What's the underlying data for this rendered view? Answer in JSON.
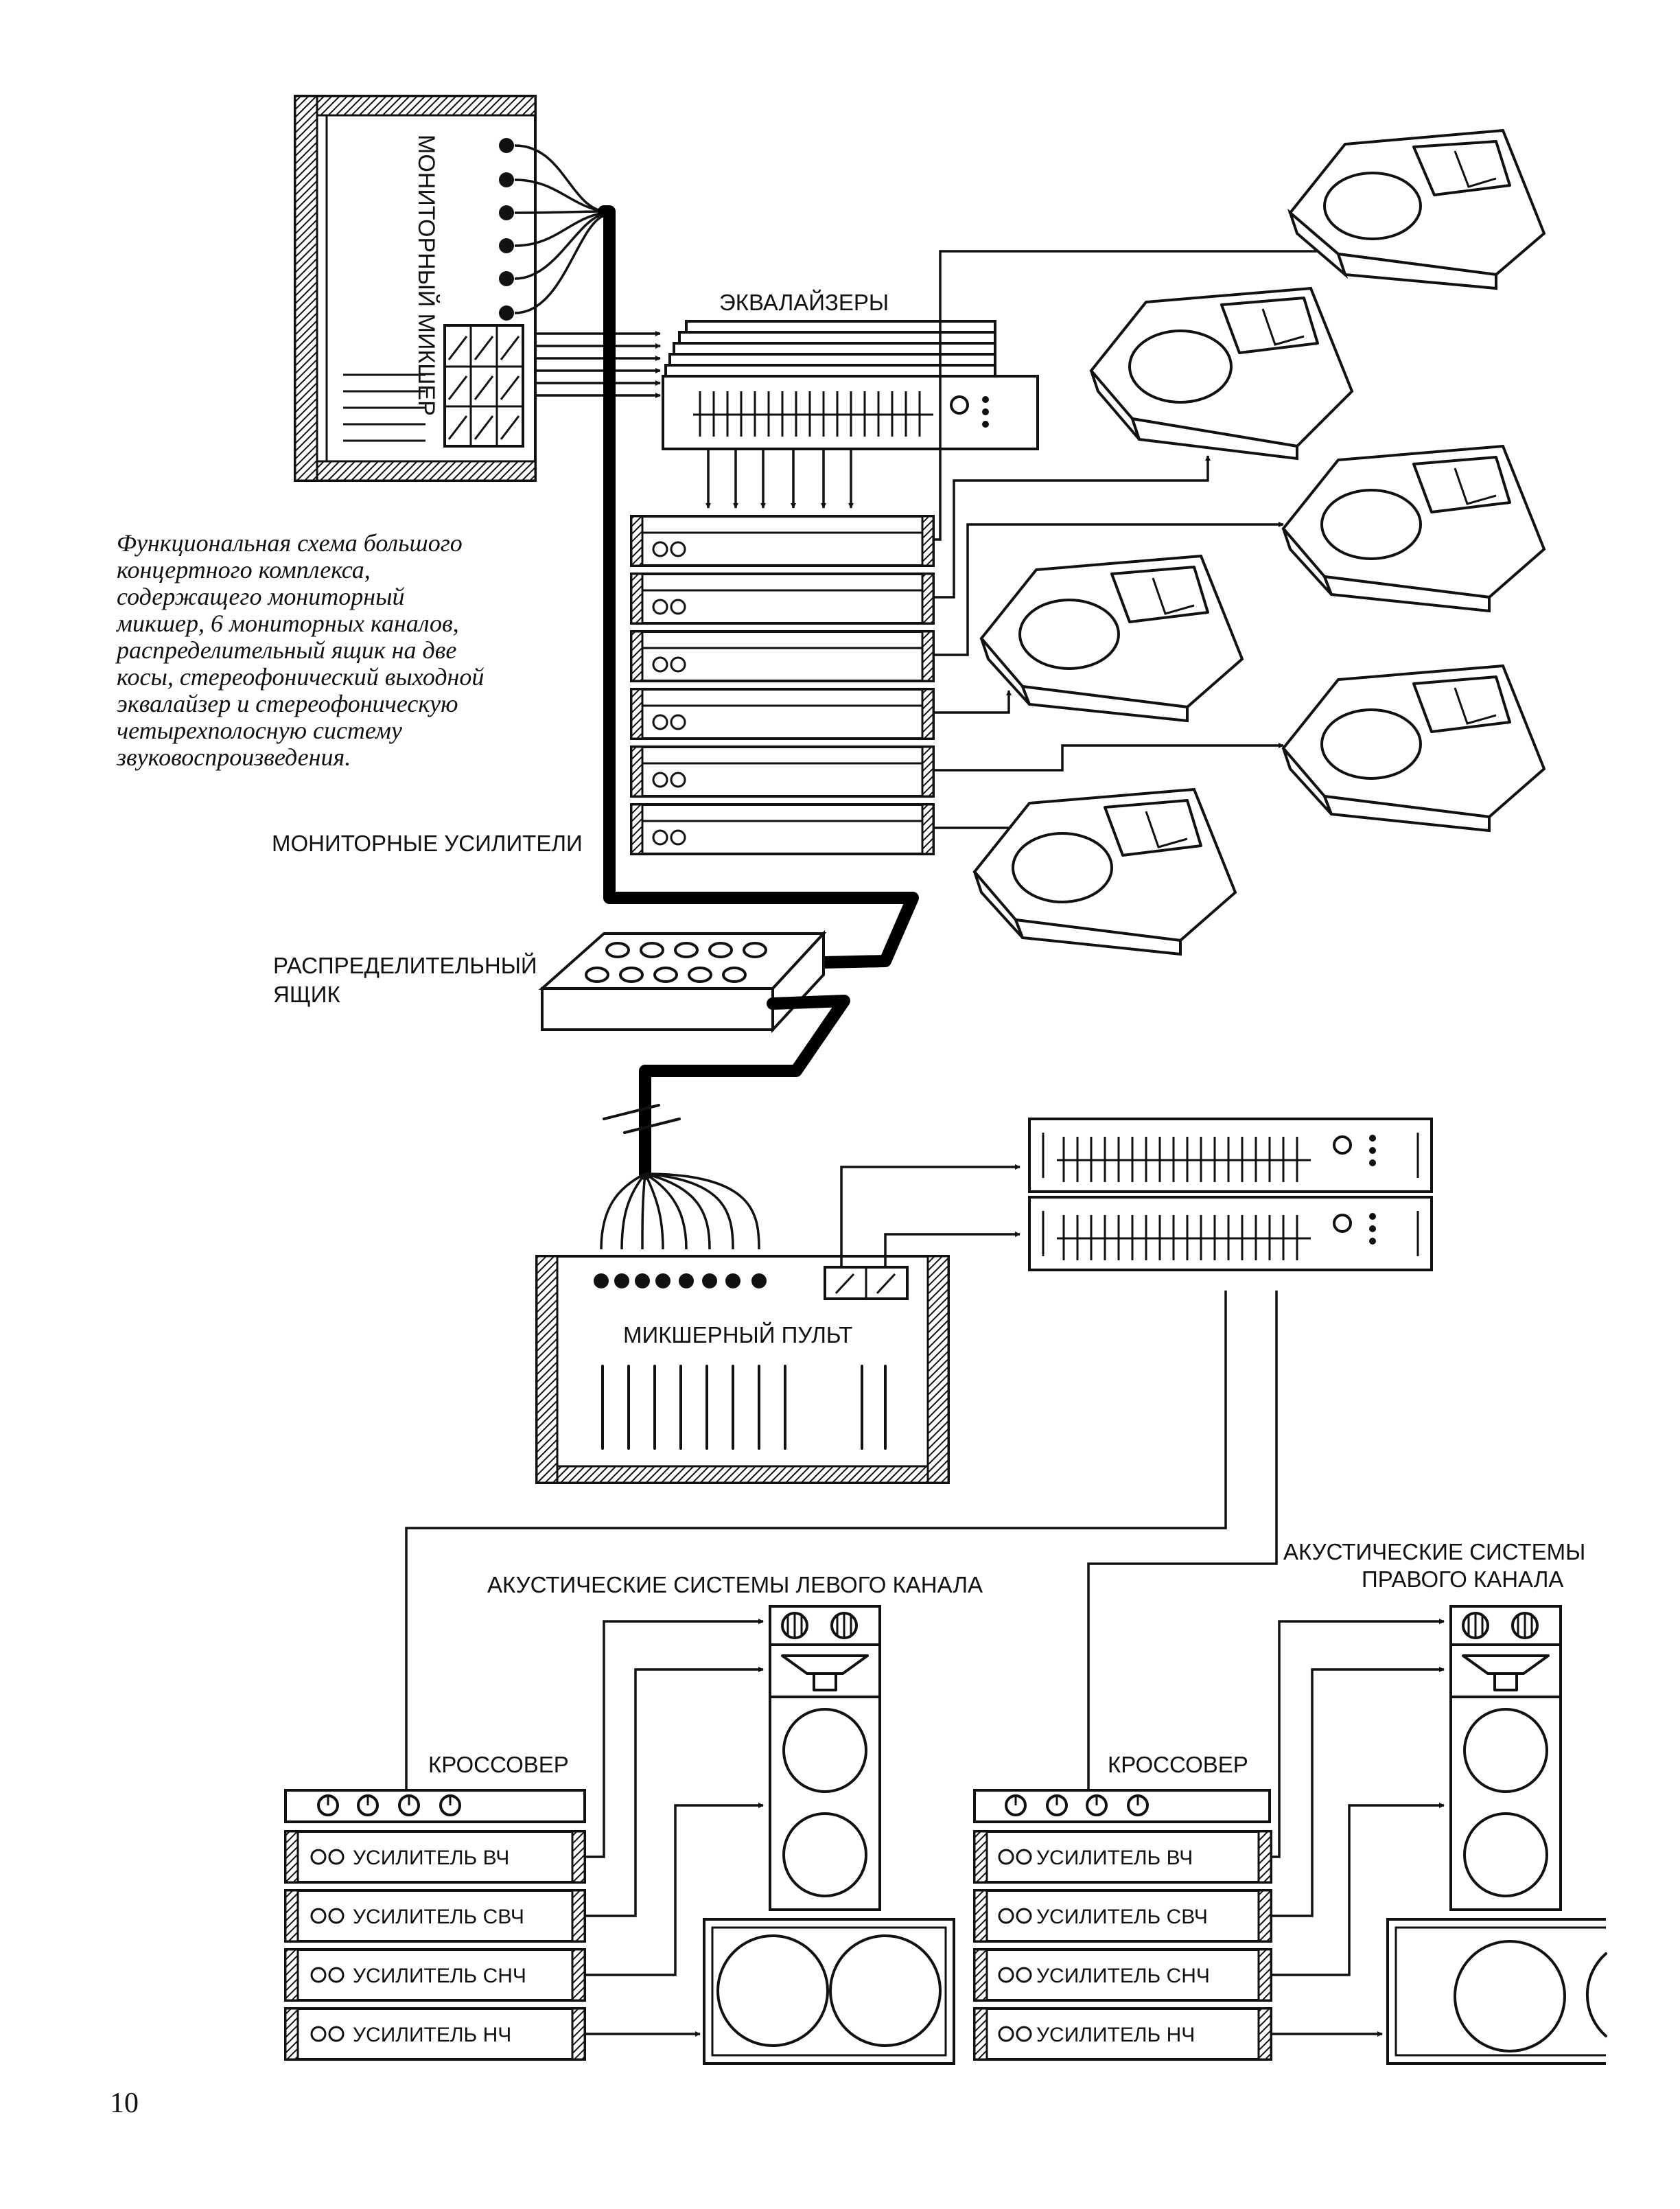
{
  "labels": {
    "monitor_mixer": "МОНИТОРНЫЙ МИКШЕР",
    "equalizers": "ЭКВАЛАЙЗЕРЫ",
    "monitor_amplifiers": "МОНИТОРНЫЕ УСИЛИТЕЛИ",
    "distribution_box_line1": "РАСПРЕДЕЛИТЕЛЬНЫЙ",
    "distribution_box_line2": "ЯЩИК",
    "mixing_console": "МИКШЕРНЫЙ ПУЛЬТ",
    "left_speakers": "АКУСТИЧЕСКИЕ СИСТЕМЫ ЛЕВОГО КАНАЛА",
    "right_speakers_line1": "АКУСТИЧЕСКИЕ СИСТЕМЫ",
    "right_speakers_line2": "ПРАВОГО КАНАЛА",
    "crossover_left": "КРОССОВЕР",
    "crossover_right": "КРОССОВЕР"
  },
  "amplifiers_left": [
    "УСИЛИТЕЛЬ ВЧ",
    "УСИЛИТЕЛЬ СВЧ",
    "УСИЛИТЕЛЬ СНЧ",
    "УСИЛИТЕЛЬ НЧ"
  ],
  "amplifiers_right": [
    "УСИЛИТЕЛЬ ВЧ",
    "УСИЛИТЕЛЬ СВЧ",
    "УСИЛИТЕЛЬ СНЧ",
    "УСИЛИТЕЛЬ НЧ"
  ],
  "caption_lines": [
    "Функциональная схема большого",
    "концертного комплекса,",
    "содержащего мониторный",
    "микшер, 6 мониторных каналов,",
    "распределительный ящик на две",
    "косы, стереофонический выходной",
    "эквалайзер и стереофоническую",
    "четырехполосную систему",
    "звуковоспроизведения."
  ],
  "page_number": "10"
}
